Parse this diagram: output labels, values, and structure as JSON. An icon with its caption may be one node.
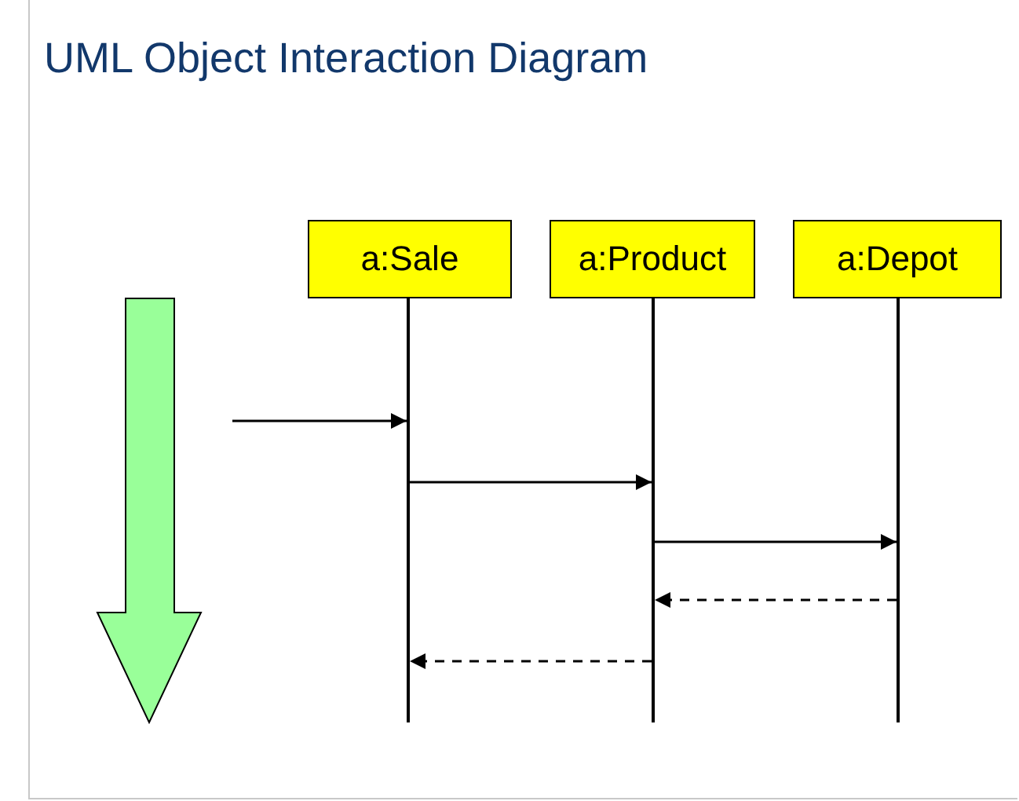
{
  "diagram": {
    "title": "UML Object Interaction Diagram",
    "nodes": [
      {
        "text": [
          "a:Sale"
        ]
      },
      {
        "text": [
          "a:Product"
        ]
      },
      {
        "text": [
          "a:Depot"
        ]
      },
      {
        "text": [],
        "shape": "line"
      },
      {
        "text": [],
        "shape": "line"
      },
      {
        "text": [],
        "shape": "line"
      }
    ],
    "edges": [
      {
        "from": null,
        "to": 3,
        "arrow": "to"
      },
      {
        "from": 3,
        "to": 4,
        "arrow": "to"
      },
      {
        "from": 4,
        "to": 5,
        "arrow": "to"
      },
      {
        "from": 5,
        "to": 4,
        "arrow": "to",
        "style": "dashed"
      },
      {
        "from": 4,
        "to": 3,
        "arrow": "to",
        "style": "dashed"
      }
    ]
  }
}
